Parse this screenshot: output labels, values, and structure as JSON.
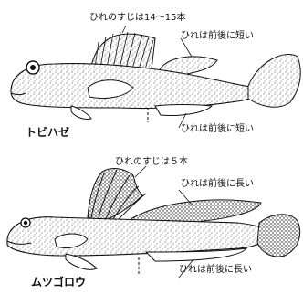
{
  "figure": {
    "top_fish": {
      "name": "トビハゼ",
      "label_dorsal_rays": "ひれのすじは14〜15本",
      "label_dorsal_length": "ひれは前後に短い",
      "label_anal_length": "ひれは前後に短い"
    },
    "bottom_fish": {
      "name": "ムツゴロウ",
      "label_dorsal_rays": "ひれのすじは５本",
      "label_dorsal_length": "ひれは前後に長い",
      "label_anal_length": "ひれは前後に長い"
    }
  }
}
